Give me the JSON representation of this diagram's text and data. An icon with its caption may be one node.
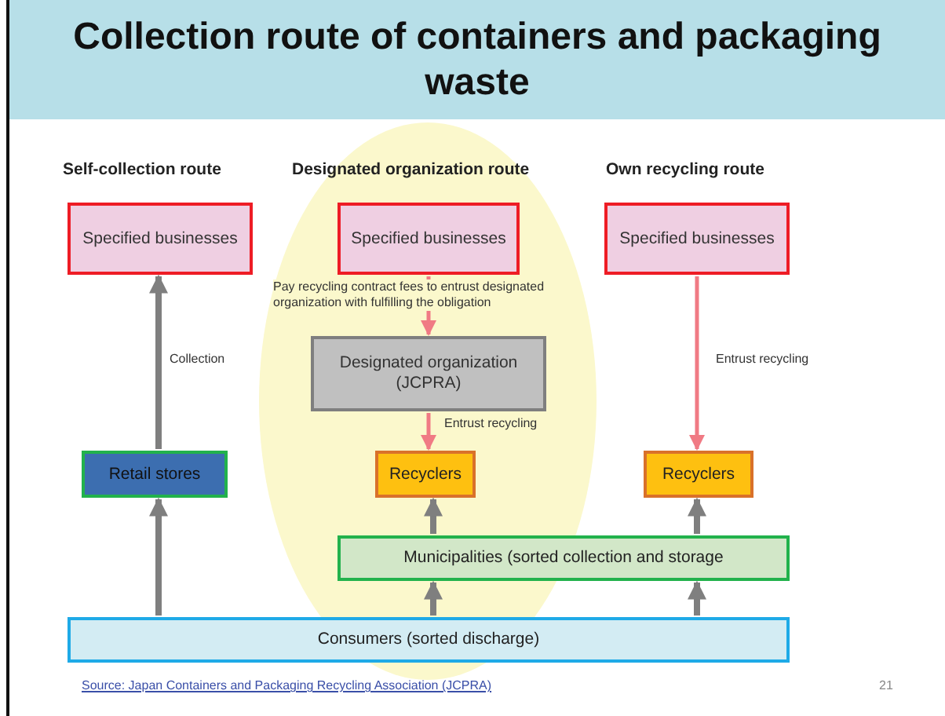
{
  "diagram": {
    "title": "Collection route of containers and packaging waste",
    "nodes": [
      {
        "text": [
          "Specified businesses"
        ]
      },
      {
        "text": [
          "Specified businesses"
        ]
      },
      {
        "text": [
          "Specified businesses"
        ]
      },
      {
        "text": [
          "Designated organization (JCPRA)"
        ]
      },
      {
        "text": [
          "Retail stores"
        ]
      },
      {
        "text": [
          "Recyclers"
        ]
      },
      {
        "text": [
          "Recyclers"
        ]
      },
      {
        "text": [
          "Municipalities (sorted collection and storage"
        ]
      },
      {
        "text": [
          "Consumers (sorted discharge)"
        ]
      }
    ],
    "edges": [
      {
        "from": 8,
        "to": 4,
        "arrow": "to"
      },
      {
        "from": 4,
        "to": 0,
        "arrow": "to",
        "label": "Collection"
      },
      {
        "from": 1,
        "to": 3,
        "arrow": "to",
        "label": "Pay recycling contract fees to entrust designated organization with fulfilling the obligation",
        "color": "#f07a84"
      },
      {
        "from": 3,
        "to": 5,
        "arrow": "to",
        "label": "Entrust recycling",
        "color": "#f07a84"
      },
      {
        "from": 2,
        "to": 6,
        "arrow": "to",
        "label": "Entrust recycling",
        "color": "#f07a84"
      },
      {
        "from": 8,
        "to": 7,
        "arrow": "to"
      },
      {
        "from": 8,
        "to": 7,
        "arrow": "to"
      },
      {
        "from": 7,
        "to": 5,
        "arrow": "to"
      },
      {
        "from": 7,
        "to": 6,
        "arrow": "to"
      }
    ],
    "labels": [
      "Self-collection route",
      "Designated organization route",
      "Own recycling route",
      "Source: Japan Containers and Packaging Recycling Association (JCPRA)",
      "21"
    ]
  }
}
